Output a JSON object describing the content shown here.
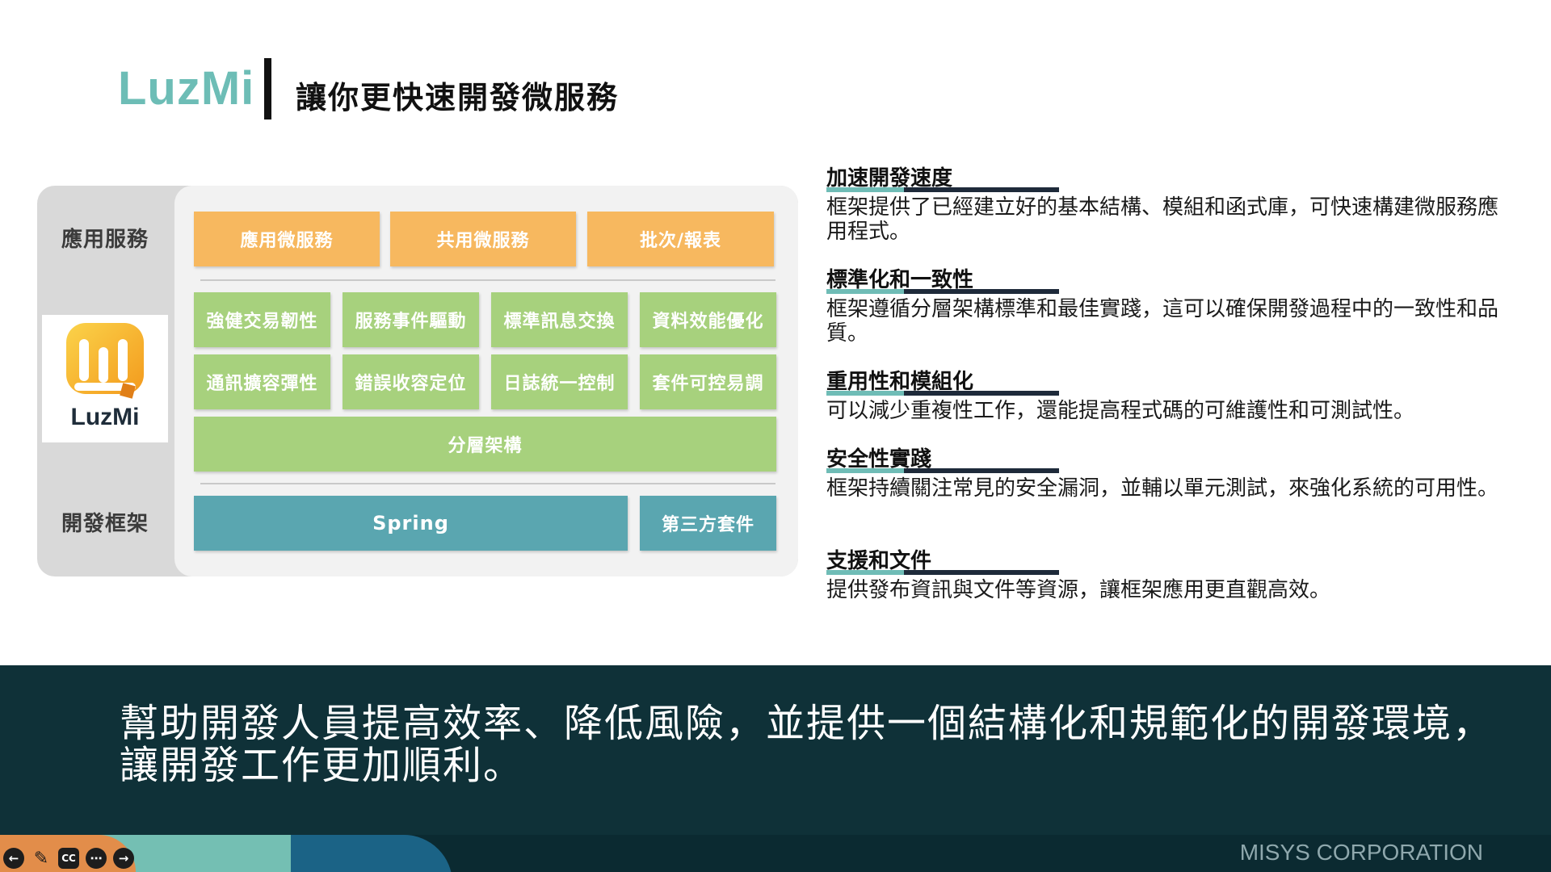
{
  "header": {
    "brand": "LuzMi",
    "title": "讓你更快速開發微服務"
  },
  "diagram": {
    "side_labels": {
      "app_services": "應用服務",
      "framework": "開發框架"
    },
    "logo_text": "LuzMi",
    "app_row": [
      "應用微服務",
      "共用微服務",
      "批次/報表"
    ],
    "capability_row1": [
      "強健交易韌性",
      "服務事件驅動",
      "標準訊息交換",
      "資料效能優化"
    ],
    "capability_row2": [
      "通訊擴容彈性",
      "錯誤收容定位",
      "日誌統一控制",
      "套件可控易調"
    ],
    "layer": "分層架構",
    "spring": "Spring",
    "third_party": "第三方套件",
    "colors": {
      "orange": "#f7b85f",
      "green": "#a7d17d",
      "teal": "#5aa6b0"
    }
  },
  "features": [
    {
      "title": "加速開發速度",
      "desc": "框架提供了已經建立好的基本結構、模組和函式庫，可快速構建微服務應用程式。"
    },
    {
      "title": "標準化和一致性",
      "desc": "框架遵循分層架構標準和最佳實踐，這可以確保開發過程中的一致性和品質。"
    },
    {
      "title": "重用性和模組化",
      "desc": "可以減少重複性工作，還能提高程式碼的可維護性和可測試性。"
    },
    {
      "title": "安全性實踐",
      "desc": "框架持續關注常見的安全漏洞，並輔以單元測試，來強化系統的可用性。"
    },
    {
      "title": "支援和文件",
      "desc": "提供發布資訊與文件等資源，讓框架應用更直觀高效。"
    }
  ],
  "banner": {
    "line1": "幫助開發人員提高效率、降低風險，並提供一個結構化和規範化的開發環境，",
    "line2": "讓開發工作更加順利。"
  },
  "footer": {
    "company": "MISYS CORPORATION",
    "controls": {
      "prev_icon": "arrow-left-icon",
      "pen_icon": "pen-icon",
      "cc_label": "CC",
      "more_icon": "more-icon",
      "next_icon": "arrow-right-icon"
    }
  }
}
